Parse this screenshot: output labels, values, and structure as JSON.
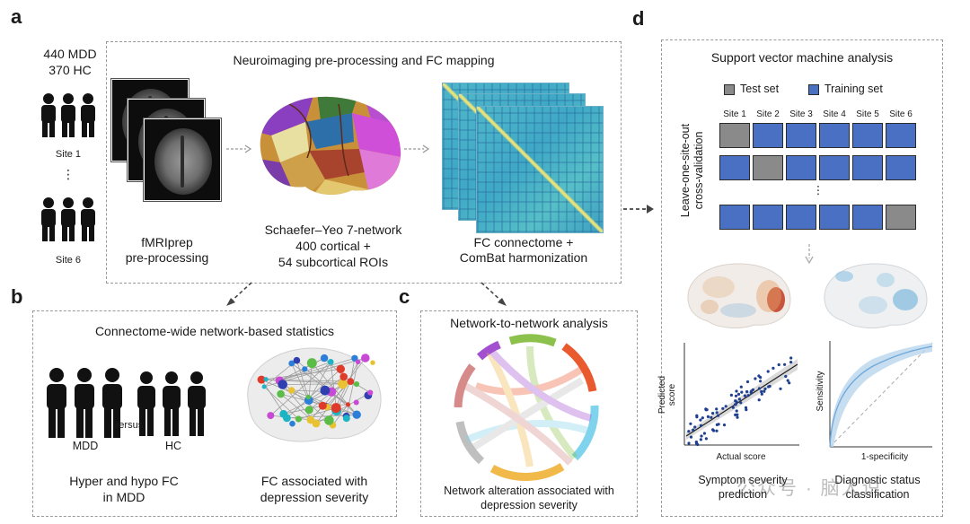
{
  "panels": {
    "a": {
      "letter": "a",
      "cohort": {
        "line1": "440 MDD",
        "line2": "370 HC"
      },
      "site_first": "Site 1",
      "site_ellipsis": "⋮",
      "site_last": "Site 6",
      "box_title": "Neuroimaging pre-processing and FC mapping",
      "step1": {
        "line1": "fMRIprep",
        "line2": "pre-processing"
      },
      "step2": {
        "line1": "Schaefer–Yeo 7-network",
        "line2": "400 cortical +",
        "line3": "54 subcortical ROIs"
      },
      "step3": {
        "line1": "FC connectome +",
        "line2": "ComBat harmonization"
      }
    },
    "b": {
      "letter": "b",
      "title": "Connectome-wide network-based statistics",
      "group1": "MDD",
      "versus": "versus",
      "group2": "HC",
      "left_caption": {
        "line1": "Hyper and hypo FC",
        "line2": "in MDD"
      },
      "right_caption": {
        "line1": "FC associated with",
        "line2": "depression severity"
      }
    },
    "c": {
      "letter": "c",
      "title": "Network-to-network analysis",
      "caption": {
        "line1": "Network alteration associated with",
        "line2": "depression severity"
      }
    },
    "d": {
      "letter": "d",
      "title": "Support vector machine analysis",
      "legend": {
        "test": "Test set",
        "train": "Training set"
      },
      "cv_label": {
        "line1": "Leave-one-site-out",
        "line2": "cross-validation"
      },
      "sites": [
        "Site 1",
        "Site 2",
        "Site 3",
        "Site 4",
        "Site 5",
        "Site 6"
      ],
      "rows_ellipsis": "⋮",
      "scatter": {
        "xlabel": "Actual score",
        "ylabel": "Predicted score"
      },
      "roc": {
        "xlabel": "1-specificity",
        "ylabel": "Sensitivity"
      },
      "left_caption": {
        "line1": "Symptom severity",
        "line2": "prediction"
      },
      "right_caption": {
        "line1": "Diagnostic status",
        "line2": "classification"
      }
    }
  },
  "watermark": "公众号 · 脑人说",
  "colors": {
    "training": "#4a70c3",
    "test": "#8a8a8a",
    "border": "#9a9a9a"
  }
}
